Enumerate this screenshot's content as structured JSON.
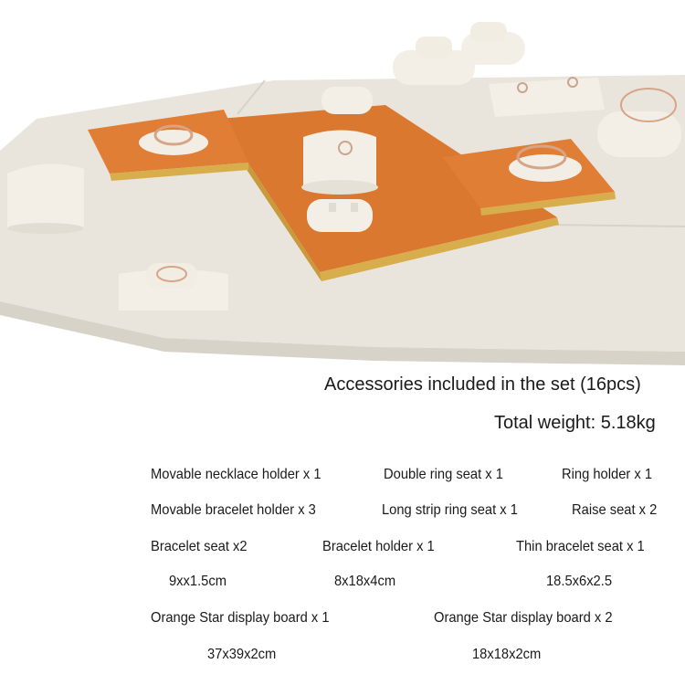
{
  "headline": "Accessories included in the set (16pcs)",
  "weight": "Total weight: 5.18kg",
  "items": [
    [
      "Movable necklace holder x 1",
      "Double ring seat x 1",
      "Ring holder x 1"
    ],
    [
      "Movable bracelet holder x 3",
      "Long strip ring seat x 1",
      "Raise seat x 2"
    ],
    [
      "Bracelet seat x2",
      "Bracelet holder x 1",
      "Thin  bracelet seat x 1"
    ],
    [
      "9xx1.5cm",
      "8x18x4cm",
      "18.5x6x2.5"
    ],
    [
      "Orange Star display board x 1",
      "Orange Star display board x 2"
    ],
    [
      "37x39x2cm",
      "18x18x2cm"
    ]
  ],
  "colors": {
    "base_board": "#ebe7df",
    "orange_board": "#dd7b32",
    "gold_edge": "#d6ac4a",
    "holder": "#f1ede3"
  }
}
